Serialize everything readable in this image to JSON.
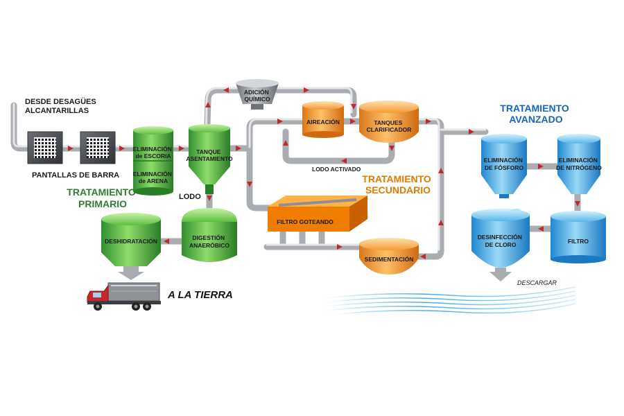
{
  "source": {
    "line1": "DESDE DESAGÜES",
    "line2": "ALCANTARILLAS"
  },
  "bar_screens": "PANTALLAS DE BARRA",
  "primary": {
    "title_line1": "TRATAMIENTO",
    "title_line2": "PRIMARIO",
    "slag_line1": "ELIMINACIÓN",
    "slag_line2": "de ESCORIA",
    "sand_line1": "ELIMINACIÓN",
    "sand_line2": "de ARENA",
    "settling_line1": "TANQUE",
    "settling_line2": "ASENTAMIENTO",
    "sludge": "LODO",
    "digestion_line1": "DIGESTIÓN",
    "digestion_line2": "ANAERÓBICO",
    "dewatering": "DESHIDRATACIÓN",
    "to_land": "A LA TIERRA"
  },
  "secondary": {
    "title_line1": "TRATAMIENTO",
    "title_line2": "SECUNDARIO",
    "chemical_line1": "ADICIÓN",
    "chemical_line2": "QUÍMICO",
    "aeration": "AIREACIÓN",
    "clarifier_line1": "TANQUES",
    "clarifier_line2": "CLARIFICADOR",
    "activated_sludge": "LODO ACTIVADO",
    "trickling_filter": "FILTRO GOTEANDO",
    "sedimentation": "SEDIMENTACIÓN"
  },
  "advanced": {
    "title_line1": "TRATAMIENTO",
    "title_line2": "AVANZADO",
    "phosphorus_line1": "ELIMINACIÓN",
    "phosphorus_line2": "DE FÓSFORO",
    "nitrogen_line1": "ELIMINACIÓN",
    "nitrogen_line2": "DE NITRÓGENO",
    "filter": "FILTRO",
    "chlorine_line1": "DESINFECCIÓN",
    "chlorine_line2": "DE CLORO",
    "discharge": "DESCARGAR"
  },
  "colors": {
    "primary": "#2e7d32",
    "secondary": "#e07b00",
    "advanced": "#1565c0",
    "flow_arrow": "#c0282a"
  }
}
